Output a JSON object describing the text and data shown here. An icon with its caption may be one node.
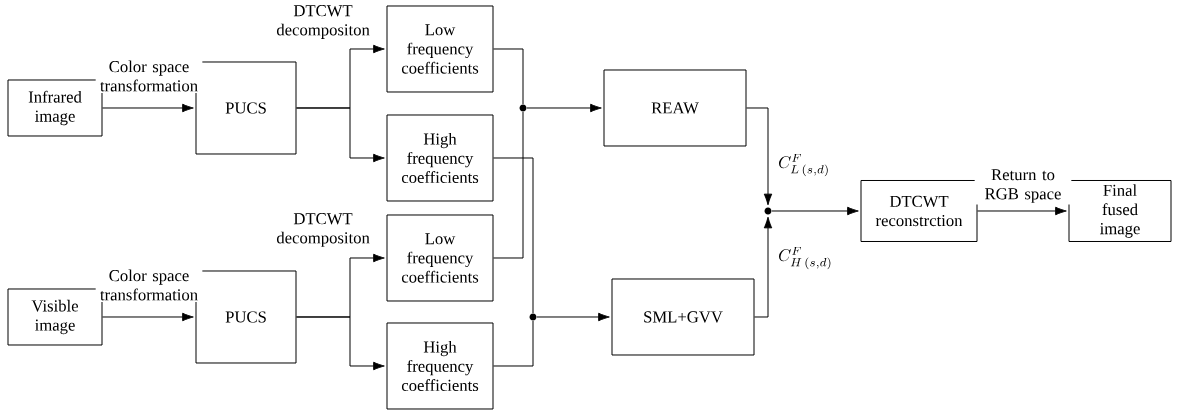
{
  "diagram": {
    "nodes": [
      {
        "text": [
          "Infrared image"
        ]
      },
      {
        "text": [
          "PUCS"
        ]
      },
      {
        "text": [
          "Low frequency coefficients"
        ]
      },
      {
        "text": [
          "High frequency coefficients"
        ]
      },
      {
        "text": [
          "Low frequency coefficients"
        ]
      },
      {
        "text": [
          "High frequency coefficients"
        ]
      },
      {
        "text": [
          "Visible image"
        ]
      },
      {
        "text": [
          "PUCS"
        ]
      },
      {
        "text": [],
        "shape": "circle"
      },
      {
        "text": [],
        "shape": "circle"
      },
      {
        "text": [
          "REAW"
        ]
      },
      {
        "text": [
          "SML+GVV"
        ]
      },
      {
        "text": [],
        "shape": "circle"
      },
      {
        "text": [
          "DTCWT reconstrction"
        ]
      },
      {
        "text": [
          "Final fused image"
        ]
      }
    ],
    "edges": [
      {
        "from": 0,
        "to": 1,
        "arrow": "to",
        "label": "Color space transformation"
      },
      {
        "from": 1,
        "to": 2,
        "arrow": "to",
        "label": "DTCWT decompositon"
      },
      {
        "from": 1,
        "to": 3,
        "arrow": "to"
      },
      {
        "from": 6,
        "to": 7,
        "arrow": "to",
        "label": "Color space transformation"
      },
      {
        "from": 7,
        "to": 4,
        "arrow": "to",
        "label": "DTCWT decompositon"
      },
      {
        "from": 7,
        "to": 5,
        "arrow": "to"
      },
      {
        "from": 2,
        "to": 8,
        "arrow": "none"
      },
      {
        "from": 4,
        "to": 8,
        "arrow": "none"
      },
      {
        "from": 3,
        "to": 9,
        "arrow": "none"
      },
      {
        "from": 5,
        "to": 9,
        "arrow": "none"
      },
      {
        "from": 8,
        "to": 10,
        "arrow": "to"
      },
      {
        "from": 9,
        "to": 11,
        "arrow": "to"
      },
      {
        "from": 10,
        "to": 12,
        "arrow": "to",
        "label": "C^{F}_{L\\,(s,d)}"
      },
      {
        "from": 11,
        "to": 12,
        "arrow": "to",
        "label": "C^{F}_{H\\,(s,d)}"
      },
      {
        "from": 12,
        "to": 13,
        "arrow": "to"
      },
      {
        "from": 13,
        "to": 14,
        "arrow": "to",
        "label": "Return to RGB space"
      }
    ]
  }
}
